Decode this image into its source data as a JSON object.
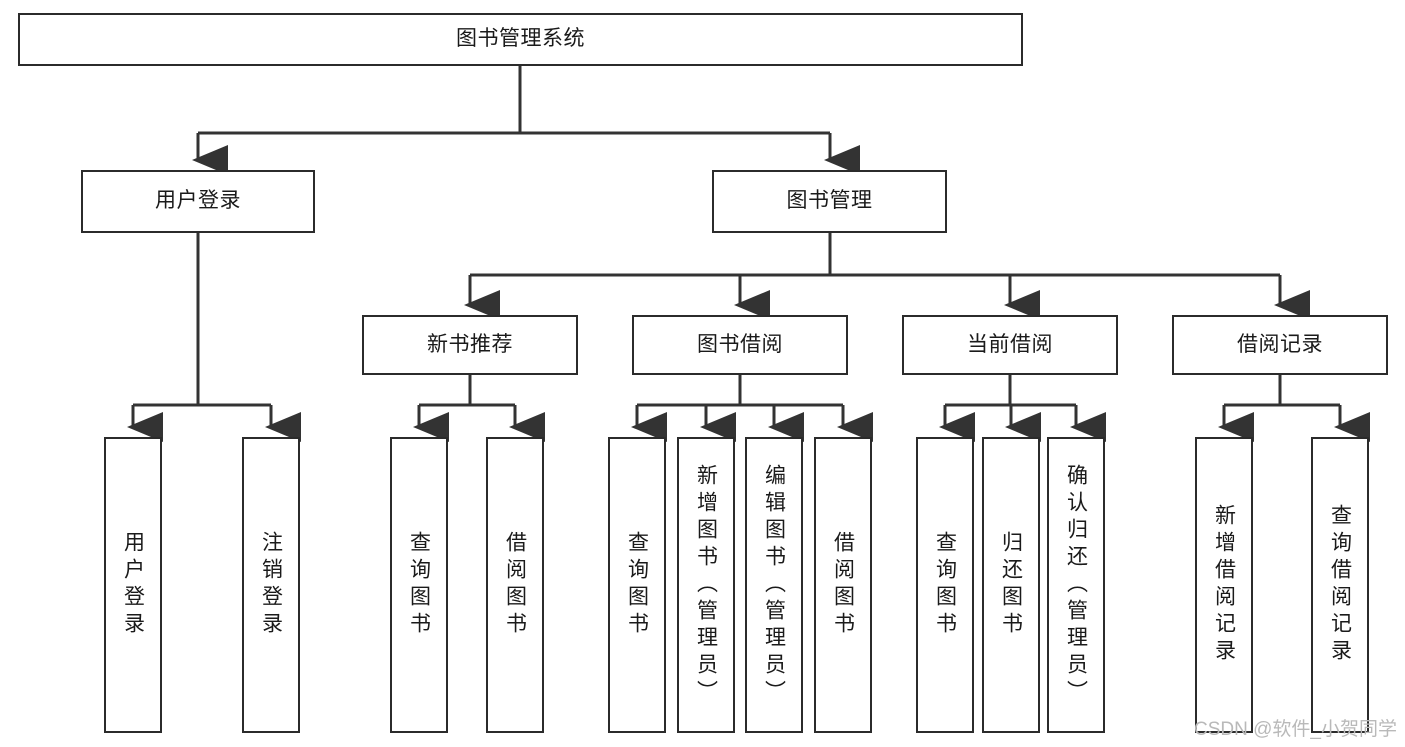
{
  "diagram": {
    "type": "tree-hierarchy-chart",
    "title": "图书管理系统",
    "watermark": "CSDN @软件_小贺同学",
    "colors": {
      "box_border": "#2b2b2b",
      "box_fill": "#ffffff",
      "connector": "#333333",
      "text": "#1a1a1a",
      "watermark": "#b9b9b9",
      "background": "#ffffff"
    },
    "nodes": {
      "root": {
        "label": "图书管理系统",
        "level": 1,
        "orientation": "horizontal"
      },
      "level2": [
        {
          "id": "user-login",
          "label": "用户登录",
          "orientation": "horizontal"
        },
        {
          "id": "book-management",
          "label": "图书管理",
          "orientation": "horizontal"
        }
      ],
      "level3": [
        {
          "id": "new-book-recommend",
          "label": "新书推荐",
          "orientation": "horizontal"
        },
        {
          "id": "book-borrow",
          "label": "图书借阅",
          "orientation": "horizontal"
        },
        {
          "id": "current-borrow",
          "label": "当前借阅",
          "orientation": "horizontal"
        },
        {
          "id": "borrow-record",
          "label": "借阅记录",
          "orientation": "horizontal"
        }
      ],
      "leaves": {
        "user-login": [
          {
            "id": "leaf-user-login",
            "label": "用户登录",
            "orientation": "vertical"
          },
          {
            "id": "leaf-logout",
            "label": "注销登录",
            "orientation": "vertical"
          }
        ],
        "new-book-recommend": [
          {
            "id": "leaf-query-book-1",
            "label": "查询图书",
            "orientation": "vertical"
          },
          {
            "id": "leaf-borrow-book-1",
            "label": "借阅图书",
            "orientation": "vertical"
          }
        ],
        "book-borrow": [
          {
            "id": "leaf-query-book-2",
            "label": "查询图书",
            "orientation": "vertical"
          },
          {
            "id": "leaf-add-book",
            "label": "新增图书（管理员）",
            "orientation": "vertical"
          },
          {
            "id": "leaf-edit-book",
            "label": "编辑图书（管理员）",
            "orientation": "vertical"
          },
          {
            "id": "leaf-borrow-book-2",
            "label": "借阅图书",
            "orientation": "vertical"
          }
        ],
        "current-borrow": [
          {
            "id": "leaf-query-book-3",
            "label": "查询图书",
            "orientation": "vertical"
          },
          {
            "id": "leaf-return-book",
            "label": "归还图书",
            "orientation": "vertical"
          },
          {
            "id": "leaf-confirm-return",
            "label": "确认归还（管理员）",
            "orientation": "vertical"
          }
        ],
        "borrow-record": [
          {
            "id": "leaf-add-record",
            "label": "新增借阅记录",
            "orientation": "vertical"
          },
          {
            "id": "leaf-query-record",
            "label": "查询借阅记录",
            "orientation": "vertical"
          }
        ]
      }
    }
  }
}
